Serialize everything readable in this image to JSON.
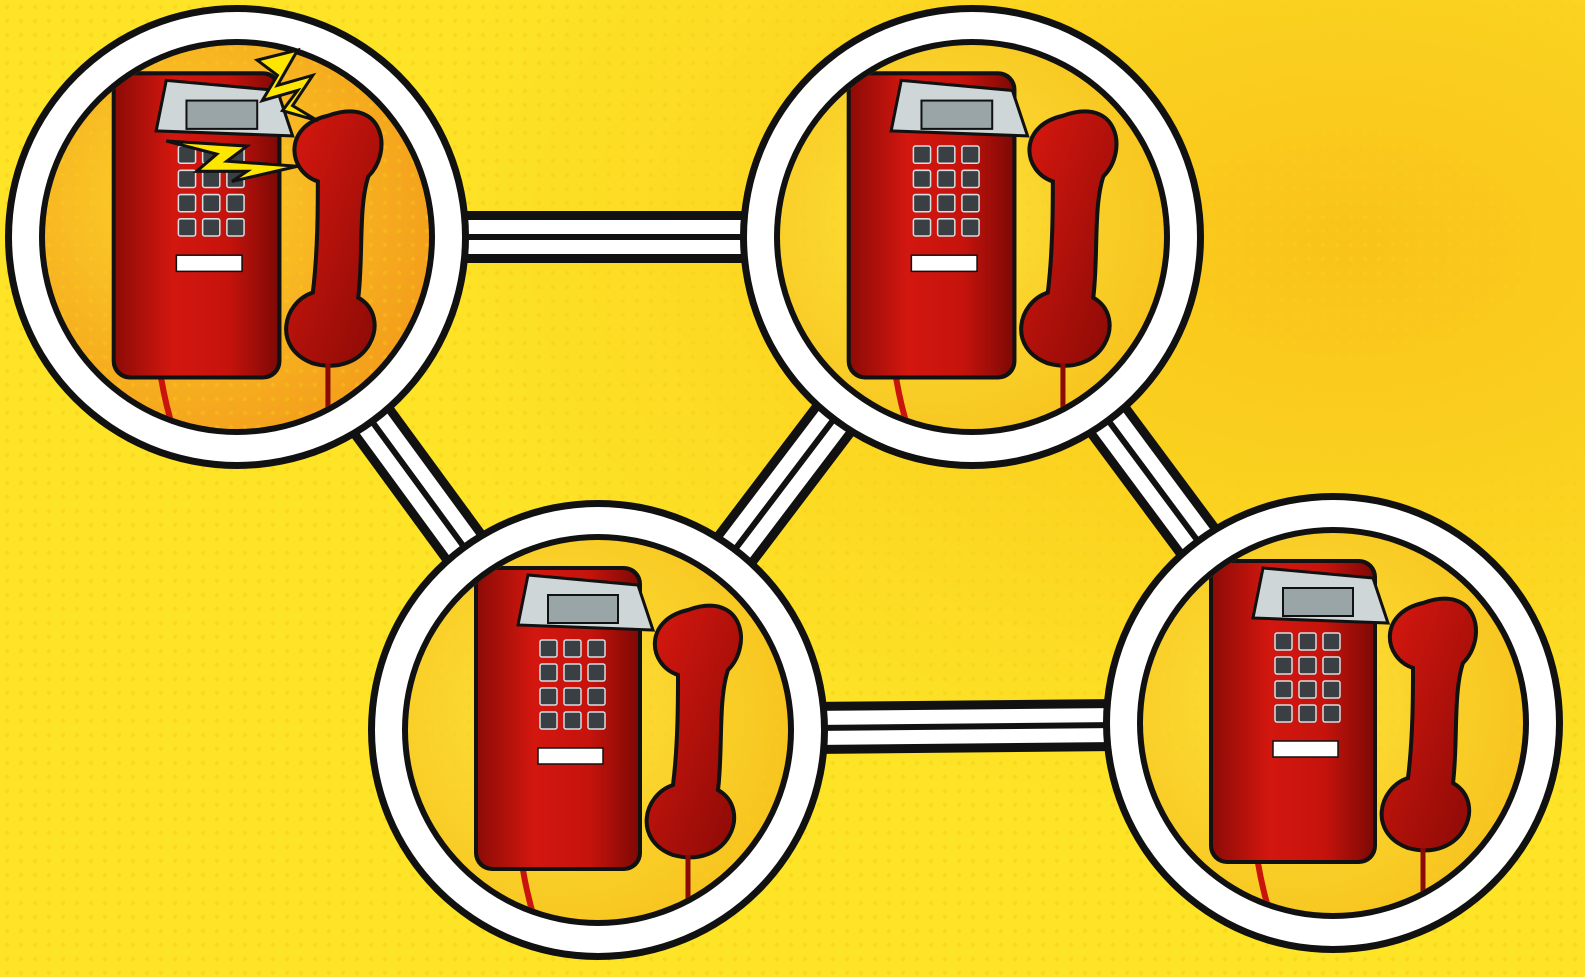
{
  "diagram": {
    "type": "network",
    "nodes": [
      {
        "id": "phone-top-left",
        "icon": "wall-phone-icon",
        "state": "ringing",
        "ring_color": "#f6a51c"
      },
      {
        "id": "phone-top-right",
        "icon": "wall-phone-icon",
        "state": "idle",
        "ring_color": "#f8c71c"
      },
      {
        "id": "phone-bottom-middle",
        "icon": "wall-phone-icon",
        "state": "idle",
        "ring_color": "#f8c71c"
      },
      {
        "id": "phone-bottom-right",
        "icon": "wall-phone-icon",
        "state": "idle",
        "ring_color": "#f8c71c"
      }
    ],
    "edges": [
      {
        "from": "phone-top-left",
        "to": "phone-top-right"
      },
      {
        "from": "phone-top-left",
        "to": "phone-bottom-middle"
      },
      {
        "from": "phone-top-right",
        "to": "phone-bottom-middle"
      },
      {
        "from": "phone-top-right",
        "to": "phone-bottom-right"
      },
      {
        "from": "phone-bottom-middle",
        "to": "phone-bottom-right"
      }
    ]
  },
  "colors": {
    "background": "#fde427",
    "background_accent": "#f9c31a",
    "phone_body": "#c9140e",
    "phone_shadow": "#8a0a06",
    "outline": "#111111",
    "connector": "#ffffff",
    "spark": "#ffe600"
  }
}
